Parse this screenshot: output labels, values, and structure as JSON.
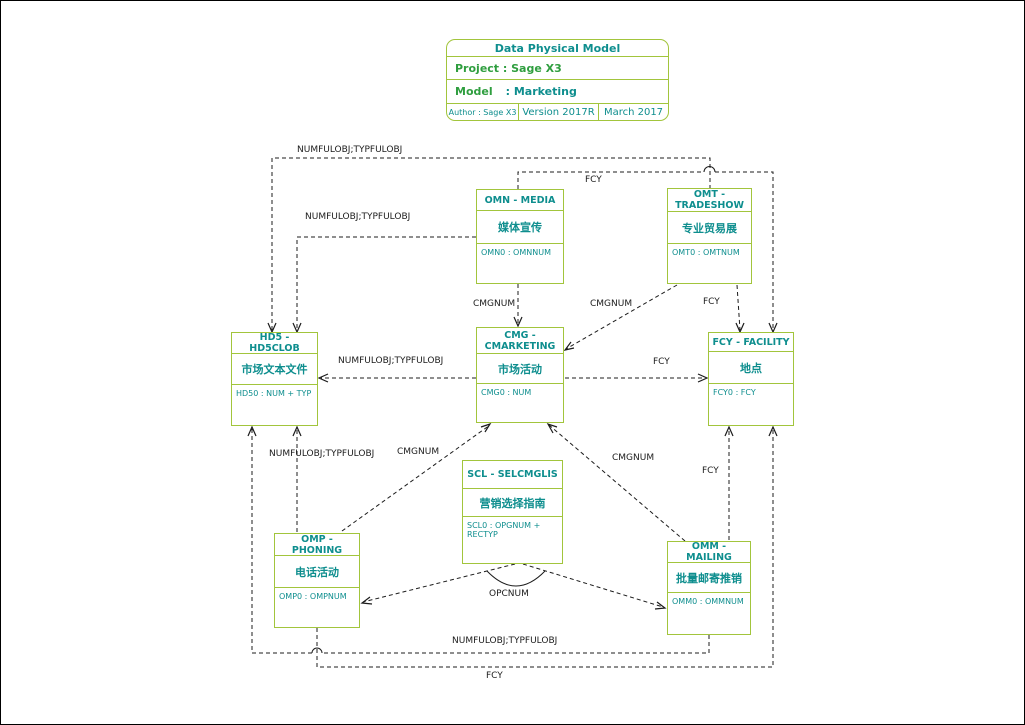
{
  "title_block": {
    "title": "Data Physical Model",
    "project_label": "Project : Sage X3",
    "model_label": "Model",
    "model_value": ": Marketing",
    "author": "Author : Sage X3",
    "version": "Version 2017R",
    "date": "March 2017"
  },
  "colors": {
    "box_border_green": "#a2c53c",
    "entity_text_teal": "#0e8e8e",
    "title_text_green": "#2f9e3f",
    "edge_line_black": "#1c1c1c",
    "background": "#ffffff"
  },
  "entities": {
    "omn": {
      "title": "OMN - MEDIA",
      "name_cn": "媒体宣传",
      "key": "OMN0 : OMNNUM"
    },
    "omt": {
      "title": "OMT - TRADESHOW",
      "name_cn": "专业贸易展",
      "key": "OMT0 : OMTNUM"
    },
    "hd5": {
      "title": "HD5 - HD5CLOB",
      "name_cn": "市场文本文件",
      "key": "HD50 : NUM + TYP"
    },
    "cmg": {
      "title": "CMG - CMARKETING",
      "name_cn": "市场活动",
      "key": "CMG0 : NUM"
    },
    "fcy": {
      "title": "FCY - FACILITY",
      "name_cn": "地点",
      "key": "FCY0 : FCY"
    },
    "scl": {
      "title": "SCL - SELCMGLIS",
      "name_cn": "营销选择指南",
      "key": "SCL0 : OPGNUM + RECTYP"
    },
    "omp": {
      "title": "OMP - PHONING",
      "name_cn": "电话活动",
      "key": "OMP0 : OMPNUM"
    },
    "omm": {
      "title": "OMM - MAILING",
      "name_cn": "批量邮寄推销",
      "key": "OMM0 : OMMNUM"
    }
  },
  "edge_labels": {
    "omt_hd5": "NUMFULOBJ;TYPFULOBJ",
    "omn_hd5": "NUMFULOBJ;TYPFULOBJ",
    "omn_fcy": "FCY",
    "omn_cmg": "CMGNUM",
    "omt_cmg": "CMGNUM",
    "omt_fcy": "FCY",
    "cmg_hd5": "NUMFULOBJ;TYPFULOBJ",
    "cmg_fcy": "FCY",
    "omp_hd5": "NUMFULOBJ;TYPFULOBJ",
    "omp_cmg": "CMGNUM",
    "omm_cmg": "CMGNUM",
    "omm_fcy": "FCY",
    "scl_opc": "OPCNUM",
    "omm_hd5": "NUMFULOBJ;TYPFULOBJ",
    "omp_fcy": "FCY"
  }
}
